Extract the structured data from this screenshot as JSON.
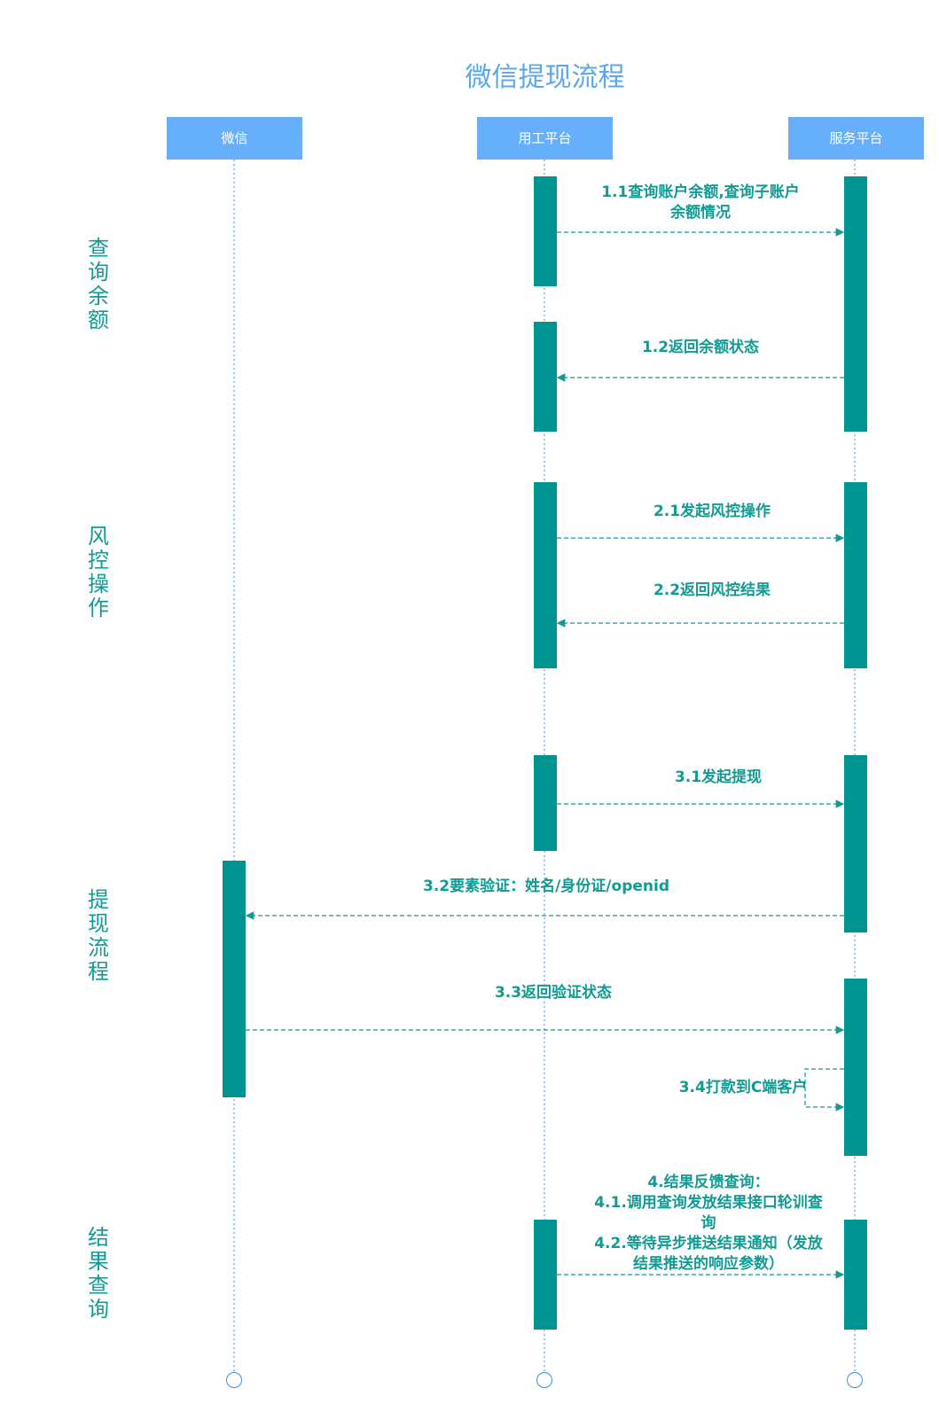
{
  "title": "微信提现流程",
  "participants": [
    "微信",
    "用工平台",
    "服务平台"
  ],
  "sections": [
    "查询余额",
    "风控操作",
    "提现流程",
    "结果查询"
  ],
  "messages": {
    "m11": [
      "1.1查询账户余额,查询子账户",
      "余额情况"
    ],
    "m12": "1.2返回余额状态",
    "m21": "2.1发起风控操作",
    "m22": "2.2返回风控结果",
    "m31": "3.1发起提现",
    "m32": "3.2要素验证：姓名/身份证/openid",
    "m33": "3.3返回验证状态",
    "m34": "3.4打款到C端客户",
    "m4": [
      "4.结果反馈查询：",
      "4.1.调用查询发放结果接口轮训查",
      "询",
      "4.2.等待异步推送结果通知（发放",
      "结果推送的响应参数）"
    ]
  },
  "colors": {
    "activation": "#009490",
    "header": "#66b0fb",
    "lifeline": "#3d8de0",
    "text": "#129b93",
    "title": "#5aa7ec"
  }
}
